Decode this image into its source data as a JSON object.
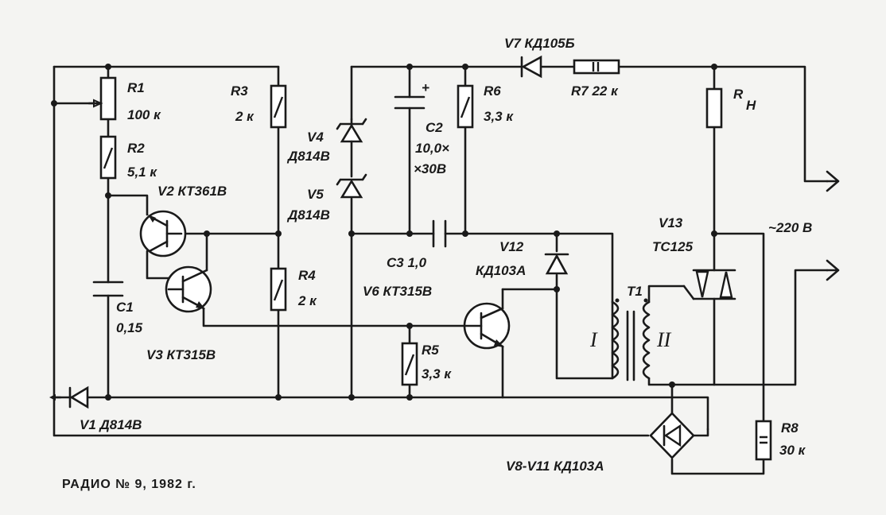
{
  "caption": "РАДИО № 9, 1982 г.",
  "labels": {
    "r1_name": "R1",
    "r1_value": "100 к",
    "r2_name": "R2",
    "r2_value": "5,1 к",
    "r3_name": "R3",
    "r3_value": "2 к",
    "v2": "V2  КТ361В",
    "r4_name": "R4",
    "r4_value": "2 к",
    "c1_name": "C1",
    "c1_value": "0,15",
    "v3": "V3  КТ315В",
    "v1": "V1  Д814В",
    "v4_name": "V4",
    "v4_value": "Д814В",
    "v5_name": "V5",
    "v5_value": "Д814В",
    "c2_name": "C2",
    "c2_value_1": "10,0×",
    "c2_value_2": "×30В",
    "r6_name": "R6",
    "r6_value": "3,3 к",
    "v7": "V7  КД105Б",
    "r7": "R7  22 к",
    "rn": "R",
    "rn_sub": "Н",
    "c3": "C3   1,0",
    "v6": "V6  КТ315В",
    "v12_name": "V12",
    "v12_value": "КД103А",
    "r5_name": "R5",
    "r5_value": "3,3 к",
    "t1": "Т1",
    "winding_i": "I",
    "winding_ii": "II",
    "v13_name": "V13",
    "v13_value": "ТС125",
    "output_voltage": "~220 В",
    "r8_name": "R8",
    "r8_value": "30 к",
    "bridge": "V8-V11  КД103А"
  }
}
